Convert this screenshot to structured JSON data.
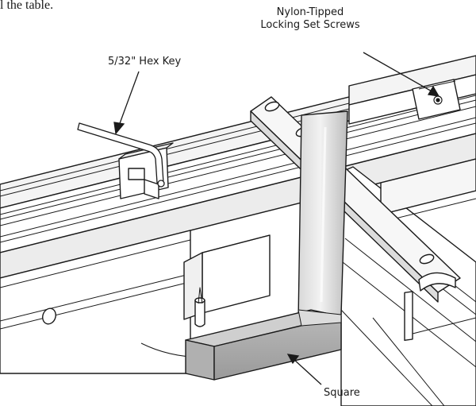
{
  "caption_fragment": "l the table.",
  "labels": {
    "screws": {
      "line1": "Nylon-Tipped",
      "line2": "Locking Set Screws"
    },
    "hex_key": "5/32\" Hex Key",
    "square": "Square"
  },
  "colors": {
    "ink": "#1a1a1a",
    "paper": "#ffffff",
    "shade_light": "#e6e6e6",
    "shade_mid": "#c8c8c8",
    "shade_dark": "#a8a8a8"
  }
}
